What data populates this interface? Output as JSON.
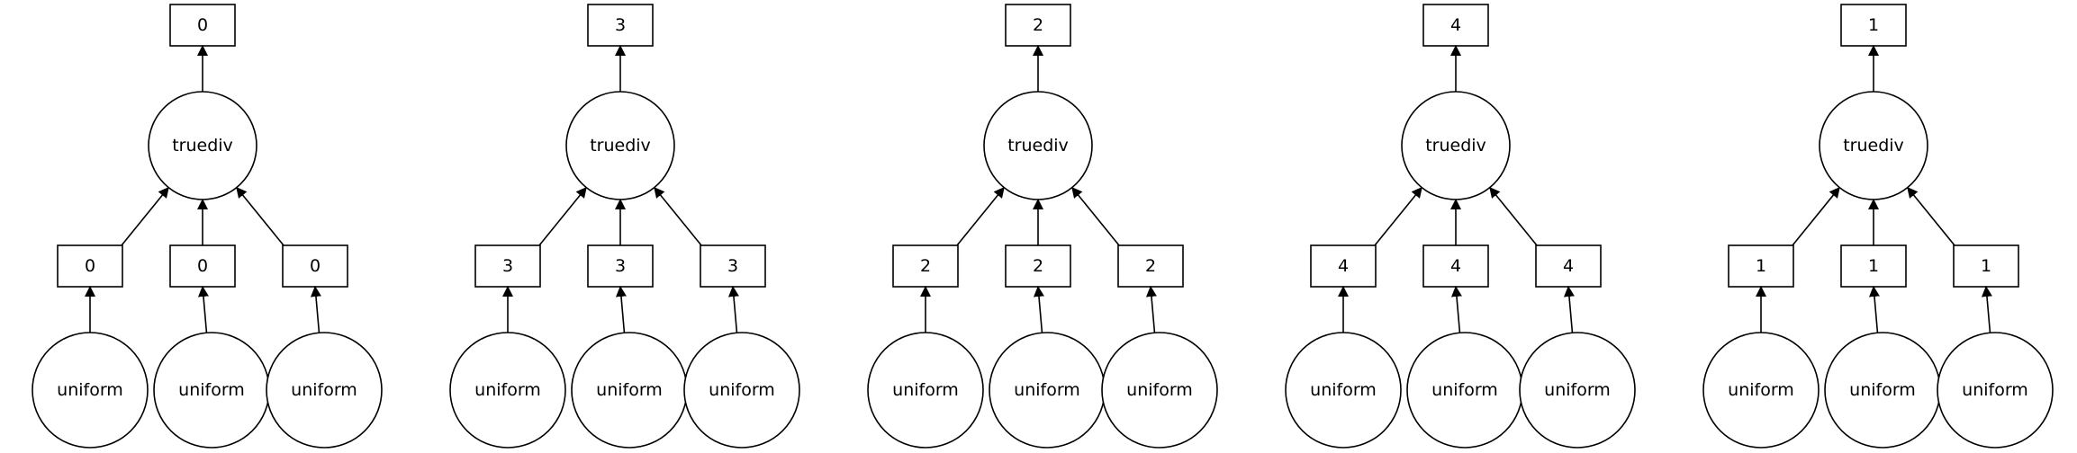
{
  "graphs": [
    {
      "output": "0",
      "op": "truediv",
      "chunks": [
        "0",
        "0",
        "0"
      ],
      "sources": [
        "uniform",
        "uniform",
        "uniform"
      ]
    },
    {
      "output": "3",
      "op": "truediv",
      "chunks": [
        "3",
        "3",
        "3"
      ],
      "sources": [
        "uniform",
        "uniform",
        "uniform"
      ]
    },
    {
      "output": "2",
      "op": "truediv",
      "chunks": [
        "2",
        "2",
        "2"
      ],
      "sources": [
        "uniform",
        "uniform",
        "uniform"
      ]
    },
    {
      "output": "4",
      "op": "truediv",
      "chunks": [
        "4",
        "4",
        "4"
      ],
      "sources": [
        "uniform",
        "uniform",
        "uniform"
      ]
    },
    {
      "output": "1",
      "op": "truediv",
      "chunks": [
        "1",
        "1",
        "1"
      ],
      "sources": [
        "uniform",
        "uniform",
        "uniform"
      ]
    }
  ]
}
